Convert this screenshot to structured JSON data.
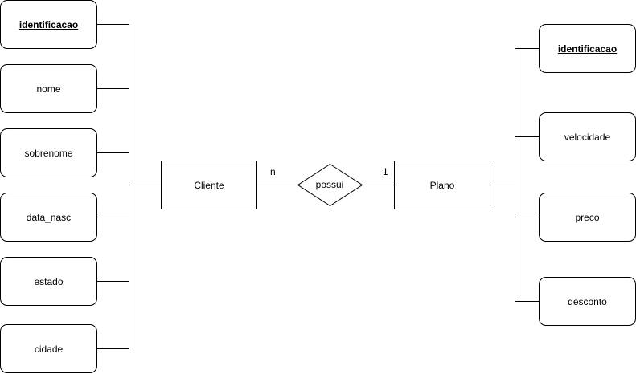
{
  "entities": {
    "cliente": {
      "label": "Cliente",
      "attributes": [
        {
          "label": "identificacao",
          "key": true
        },
        {
          "label": "nome",
          "key": false
        },
        {
          "label": "sobrenome",
          "key": false
        },
        {
          "label": "data_nasc",
          "key": false
        },
        {
          "label": "estado",
          "key": false
        },
        {
          "label": "cidade",
          "key": false
        }
      ]
    },
    "plano": {
      "label": "Plano",
      "attributes": [
        {
          "label": "identificacao",
          "key": true
        },
        {
          "label": "velocidade",
          "key": false
        },
        {
          "label": "preco",
          "key": false
        },
        {
          "label": "desconto",
          "key": false
        }
      ]
    }
  },
  "relationship": {
    "label": "possui",
    "cardinality_left": "n",
    "cardinality_right": "1"
  }
}
